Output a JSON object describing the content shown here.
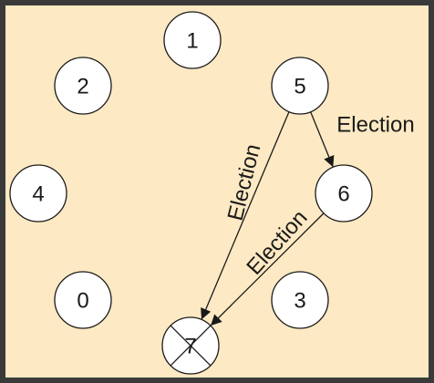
{
  "colors": {
    "frame": "#3a3a3a",
    "background": "#fde9c3",
    "node_fill": "#ffffff",
    "stroke": "#1a1a1a"
  },
  "nodes": [
    {
      "id": "1",
      "label": "1",
      "crashed": false
    },
    {
      "id": "2",
      "label": "2",
      "crashed": false
    },
    {
      "id": "5",
      "label": "5",
      "crashed": false
    },
    {
      "id": "4",
      "label": "4",
      "crashed": false
    },
    {
      "id": "6",
      "label": "6",
      "crashed": false
    },
    {
      "id": "0",
      "label": "0",
      "crashed": false
    },
    {
      "id": "3",
      "label": "3",
      "crashed": false
    },
    {
      "id": "7",
      "label": "7",
      "crashed": true,
      "mark_icon": "cross-icon"
    }
  ],
  "edges": [
    {
      "from": "5",
      "to": "6",
      "label": "Election"
    },
    {
      "from": "5",
      "to": "7",
      "label": "Election"
    },
    {
      "from": "6",
      "to": "7",
      "label": "Election"
    }
  ]
}
